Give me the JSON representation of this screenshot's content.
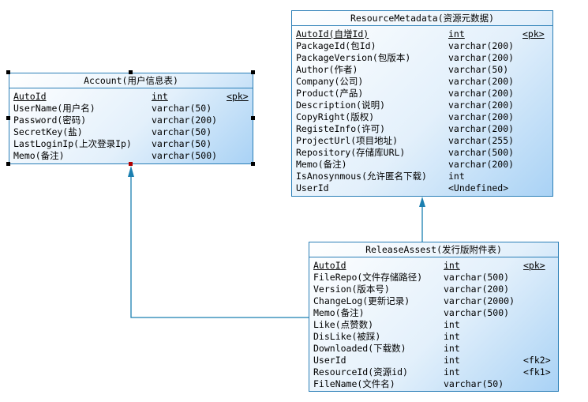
{
  "entities": {
    "account": {
      "title": "Account(用户信息表)",
      "rows": [
        {
          "name": "AutoId",
          "type": "int",
          "key": "<pk>",
          "underline": true
        },
        {
          "name": "UserName(用户名)",
          "type": "varchar(50)",
          "key": ""
        },
        {
          "name": "Password(密码)",
          "type": "varchar(200)",
          "key": ""
        },
        {
          "name": "SecretKey(盐)",
          "type": "varchar(50)",
          "key": ""
        },
        {
          "name": "LastLoginIp(上次登录Ip)",
          "type": "varchar(50)",
          "key": ""
        },
        {
          "name": "Memo(备注)",
          "type": "varchar(500)",
          "key": ""
        }
      ]
    },
    "resource_metadata": {
      "title": "ResourceMetadata(资源元数据)",
      "rows": [
        {
          "name": "AutoId(自增Id)",
          "type": "int",
          "key": "<pk>",
          "underline": true
        },
        {
          "name": "PackageId(包Id)",
          "type": "varchar(200)",
          "key": ""
        },
        {
          "name": "PackageVersion(包版本)",
          "type": "varchar(200)",
          "key": ""
        },
        {
          "name": "Author(作者)",
          "type": "varchar(50)",
          "key": ""
        },
        {
          "name": "Company(公司)",
          "type": "varchar(200)",
          "key": ""
        },
        {
          "name": "Product(产品)",
          "type": "varchar(200)",
          "key": ""
        },
        {
          "name": "Description(说明)",
          "type": "varchar(200)",
          "key": ""
        },
        {
          "name": "CopyRight(版权)",
          "type": "varchar(200)",
          "key": ""
        },
        {
          "name": "RegisteInfo(许可)",
          "type": "varchar(200)",
          "key": ""
        },
        {
          "name": "ProjectUrl(项目地址)",
          "type": "varchar(255)",
          "key": ""
        },
        {
          "name": "Repository(存储库URL)",
          "type": "varchar(500)",
          "key": ""
        },
        {
          "name": "Memo(备注)",
          "type": "varchar(200)",
          "key": ""
        },
        {
          "name": "IsAnosynmous(允许匿名下载)",
          "type": "int",
          "key": ""
        },
        {
          "name": "UserId",
          "type": "<Undefined>",
          "key": ""
        }
      ]
    },
    "release_assest": {
      "title": "ReleaseAssest(发行版附件表)",
      "rows": [
        {
          "name": "AutoId",
          "type": "int",
          "key": "<pk>",
          "underline": true
        },
        {
          "name": "FileRepo(文件存储路径)",
          "type": "varchar(500)",
          "key": ""
        },
        {
          "name": "Version(版本号)",
          "type": "varchar(200)",
          "key": ""
        },
        {
          "name": "ChangeLog(更新记录)",
          "type": "varchar(2000)",
          "key": ""
        },
        {
          "name": "Memo(备注)",
          "type": "varchar(500)",
          "key": ""
        },
        {
          "name": "Like(点赞数)",
          "type": "int",
          "key": ""
        },
        {
          "name": "DisLike(被踩)",
          "type": "int",
          "key": ""
        },
        {
          "name": "Downloaded(下载数)",
          "type": "int",
          "key": ""
        },
        {
          "name": "UserId",
          "type": "int",
          "key": "<fk2>"
        },
        {
          "name": "ResourceId(资源id)",
          "type": "int",
          "key": "<fk1>"
        },
        {
          "name": "FileName(文件名)",
          "type": "varchar(50)",
          "key": ""
        }
      ]
    }
  },
  "colors": {
    "border": "#2b7fb7",
    "connector": "#1a7fb0",
    "gradient_end": "#a9d2f5"
  }
}
